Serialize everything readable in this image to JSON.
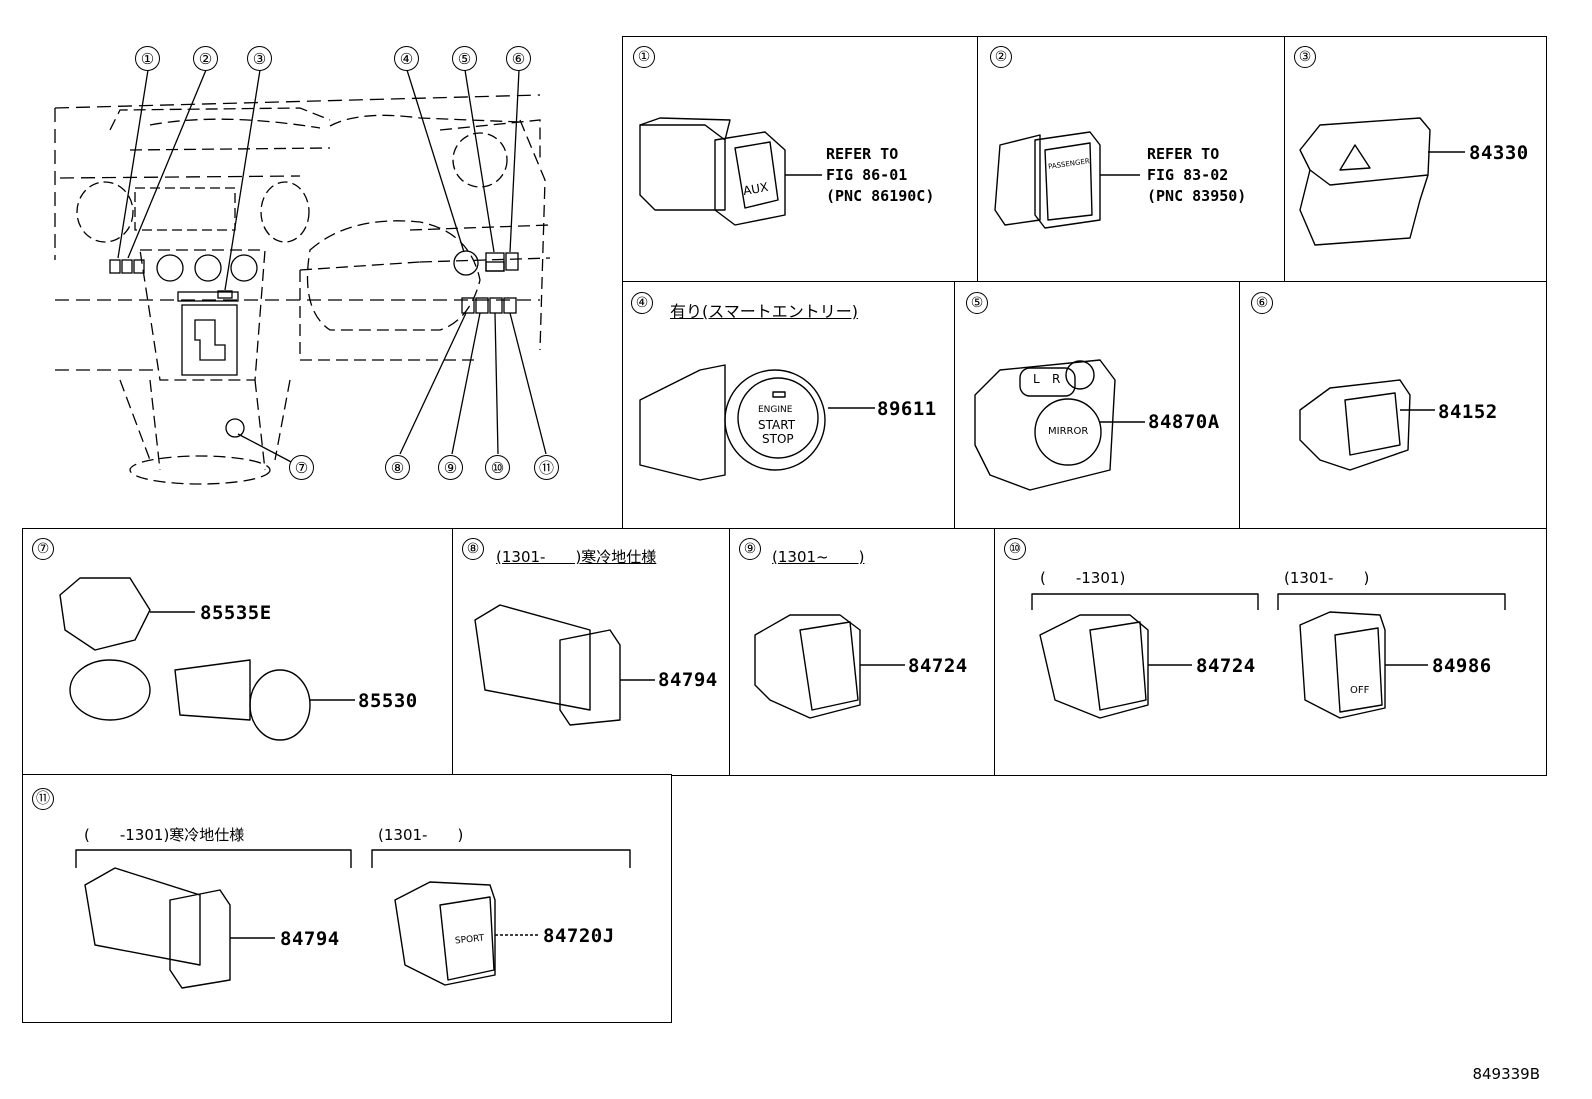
{
  "overview": {
    "callouts": [
      "①",
      "②",
      "③",
      "④",
      "⑤",
      "⑥",
      "⑦",
      "⑧",
      "⑨",
      "⑩",
      "⑪"
    ]
  },
  "panels": {
    "p1": {
      "num": "①",
      "ref": [
        "REFER TO",
        "FIG 86-01",
        "(PNC 86190C)"
      ],
      "button_text": "AUX"
    },
    "p2": {
      "num": "②",
      "ref": [
        "REFER TO",
        "FIG 83-02",
        "(PNC 83950)"
      ],
      "button_text": "PASSENGER"
    },
    "p3": {
      "num": "③",
      "part": "84330"
    },
    "p4": {
      "num": "④",
      "note": "有り(スマートエントリー)",
      "part": "89611",
      "button_text": [
        "ENGINE",
        "START",
        "STOP"
      ]
    },
    "p5": {
      "num": "⑤",
      "part": "84870A",
      "button_text": [
        "L",
        "R",
        "MIRROR"
      ]
    },
    "p6": {
      "num": "⑥",
      "part": "84152"
    },
    "p7": {
      "num": "⑦",
      "parts": [
        "85535E",
        "85530"
      ]
    },
    "p8": {
      "num": "⑧",
      "note": "(1301-　　)寒冷地仕様",
      "part": "84794"
    },
    "p9": {
      "num": "⑨",
      "note": "(1301~　　)",
      "part": "84724"
    },
    "p10": {
      "num": "⑩",
      "note_left": "(　　-1301)",
      "note_right": "(1301-　　)",
      "parts": [
        "84724",
        "84986"
      ],
      "button_text": "OFF"
    },
    "p11": {
      "num": "⑪",
      "note_left": "(　　-1301)寒冷地仕様",
      "note_right": "(1301-　　)",
      "parts": [
        "84794",
        "84720J"
      ],
      "button_text": "SPORT"
    }
  },
  "figure_id": "849339B"
}
